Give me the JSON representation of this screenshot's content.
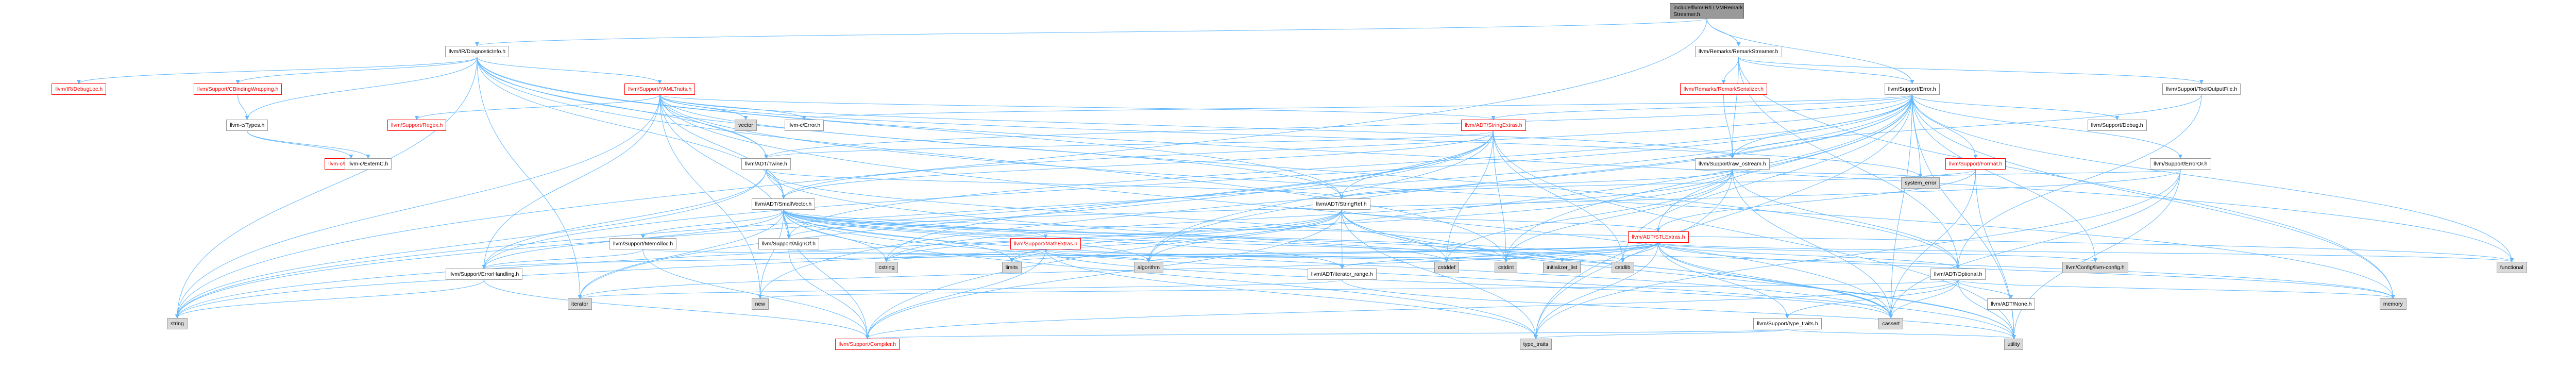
{
  "colors": {
    "edge": "#63b8ff",
    "red_text": "#ff0000",
    "node_border": "#999999",
    "root_fill": "#999999",
    "sys_fill": "#d9d9d9"
  },
  "nodes": {
    "root": {
      "line1": "include/llvm/IR/LLVMRemark",
      "line2": "Streamer.h"
    },
    "ir_diagnosticinfo": "llvm/IR/DiagnosticInfo.h",
    "ir_debugloc": "llvm/IR/DebugLoc.h",
    "cbinding": "llvm/Support/CBindingWrapping.h",
    "yamltraits": "llvm/Support/YAMLTraits.h",
    "remarkstreamer": "llvm/Remarks/RemarkStreamer.h",
    "remarkserializer": "llvm/Remarks/RemarkSerializer.h",
    "supporterror": "llvm/Support/Error.h",
    "toolout": "llvm/Support/ToolOutputFile.h",
    "llvmc_types": "llvm-c/Types.h",
    "llvmc_datatypes": "llvm-c/DataTypes.h",
    "llvmc_externc": "llvm-c/ExternC.h",
    "regex": "llvm/Support/Regex.h",
    "vector": "vector",
    "llvmc_error": "llvm-c/Error.h",
    "stringextras": "llvm/ADT/StringExtras.h",
    "debug": "llvm/Support/Debug.h",
    "format": "llvm/Support/Format.h",
    "erroror": "llvm/Support/ErrorOr.h",
    "twine": "llvm/ADT/Twine.h",
    "rawostream": "llvm/Support/raw_ostream.h",
    "systemerror": "system_error",
    "smallvector": "llvm/ADT/SmallVector.h",
    "stringref": "llvm/ADT/StringRef.h",
    "stlextras": "llvm/ADT/STLExtras.h",
    "memalloc": "llvm/Support/MemAlloc.h",
    "aligntof": "llvm/Support/AlignOf.h",
    "mathextras": "llvm/Support/MathExtras.h",
    "errorhandling": "llvm/Support/ErrorHandling.h",
    "iteratorrange": "llvm/ADT/iterator_range.h",
    "optional": "llvm/ADT/Optional.h",
    "none": "llvm/ADT/None.h",
    "typetraits": "llvm/Support/type_traits.h",
    "config": "llvm/Config/llvm-config.h",
    "compiler": "llvm/Support/Compiler.h",
    "string": "string",
    "iterator": "iterator",
    "new": "new",
    "cstring": "cstring",
    "limits": "limits",
    "algorithm": "algorithm",
    "cstddef": "cstddef",
    "cstdint": "cstdint",
    "initlist": "initializer_list",
    "cstdlib": "cstdlib",
    "cassert": "cassert",
    "type_traits": "type_traits",
    "utility": "utility",
    "memory": "memory",
    "functional": "functional"
  }
}
